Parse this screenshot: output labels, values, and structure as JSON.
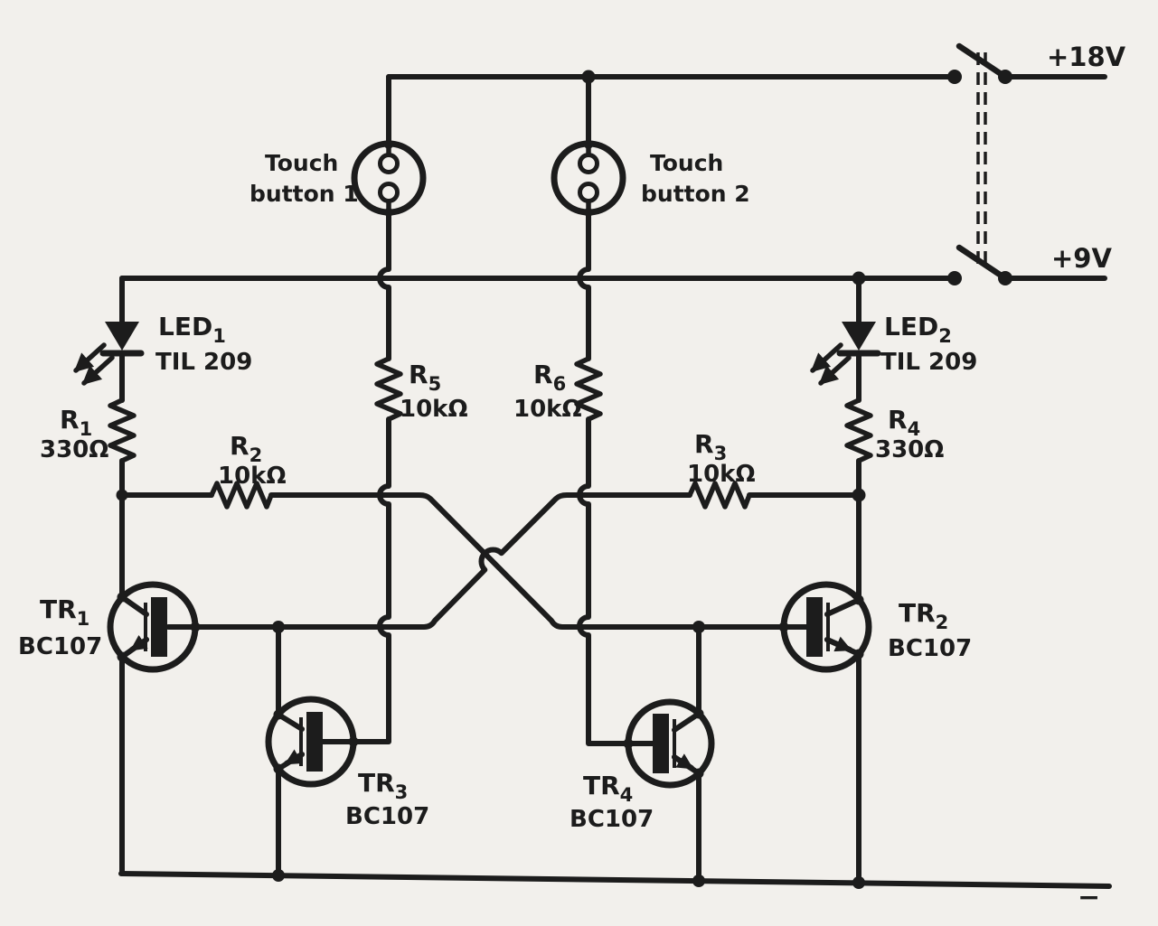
{
  "power": {
    "v18_label": "+18V",
    "v9_label": "+9V",
    "negative_label": "−"
  },
  "touch_buttons": {
    "tb1": {
      "line1": "Touch",
      "line2": "button 1"
    },
    "tb2": {
      "line1": "Touch",
      "line2": "button 2"
    }
  },
  "leds": {
    "led1": {
      "ref": "LED",
      "sub": "1",
      "part": "TIL 209"
    },
    "led2": {
      "ref": "LED",
      "sub": "2",
      "part": "TIL 209"
    }
  },
  "resistors": {
    "r1": {
      "ref": "R",
      "sub": "1",
      "value": "330Ω"
    },
    "r2": {
      "ref": "R",
      "sub": "2",
      "value": "10kΩ"
    },
    "r3": {
      "ref": "R",
      "sub": "3",
      "value": "10kΩ"
    },
    "r4": {
      "ref": "R",
      "sub": "4",
      "value": "330Ω"
    },
    "r5": {
      "ref": "R",
      "sub": "5",
      "value": "10kΩ"
    },
    "r6": {
      "ref": "R",
      "sub": "6",
      "value": "10kΩ"
    }
  },
  "transistors": {
    "tr1": {
      "ref": "TR",
      "sub": "1",
      "part": "BC107"
    },
    "tr2": {
      "ref": "TR",
      "sub": "2",
      "part": "BC107"
    },
    "tr3": {
      "ref": "TR",
      "sub": "3",
      "part": "BC107"
    },
    "tr4": {
      "ref": "TR",
      "sub": "4",
      "part": "BC107"
    }
  }
}
